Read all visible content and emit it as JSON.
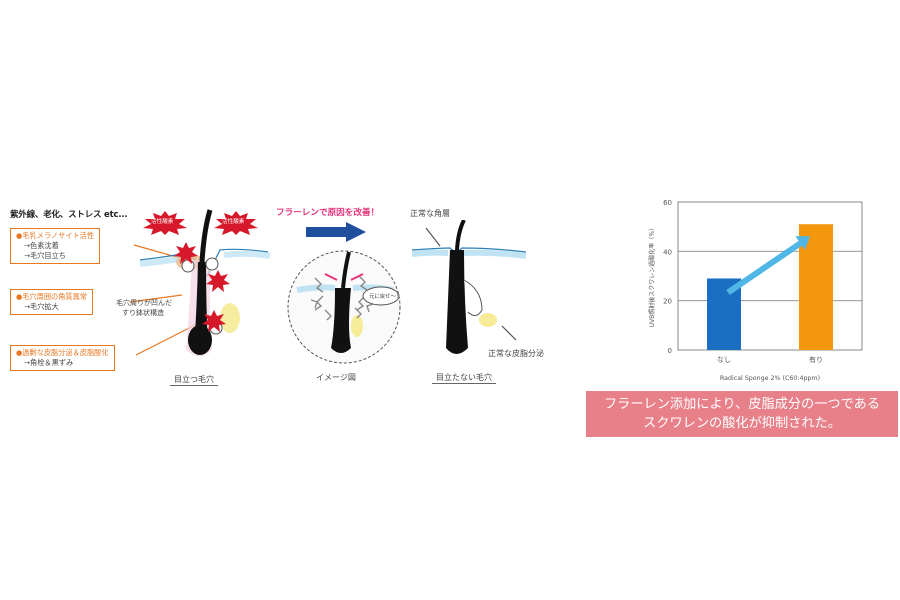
{
  "left": {
    "header": "紫外線、老化、ストレス etc...",
    "badge": "活性酸素",
    "causes": [
      {
        "main": "●毛乳メラノサイト活性",
        "subs": [
          "→色素沈着",
          "→毛穴目立ち"
        ]
      },
      {
        "main": "●毛穴周囲の角質異常",
        "subs": [
          "→毛穴拡大"
        ]
      },
      {
        "main": "●過剰な皮脂分泌＆皮脂酸化",
        "subs": [
          "→角栓＆黒ずみ"
        ]
      }
    ],
    "annotation_line1": "毛穴周りが凹んだ",
    "annotation_line2": "すり鉢状構造",
    "caption": "目立つ毛穴"
  },
  "middle": {
    "improve_label": "フラーレンで原因を改善！",
    "bubble": "元に戻せ～！",
    "caption": "イメージ図"
  },
  "right_diagram": {
    "label_top": "正常な角層",
    "label_bottom": "正常な皮脂分泌",
    "caption": "目立たない毛穴"
  },
  "chart_data": {
    "type": "bar",
    "categories": [
      "なし",
      "有り"
    ],
    "values": [
      29,
      51
    ],
    "ylabel": "UVB照射後スクワレン過酸化率（％）",
    "xlabel": "Radical Sponge 2% (C60:4ppm)",
    "ylim": [
      0,
      60
    ],
    "yticks": [
      0,
      20,
      40,
      60
    ],
    "grid": true,
    "colors": [
      "#1b6fc2",
      "#f5960f"
    ],
    "arrow_color": "#4fb6e6"
  },
  "caption_box": {
    "line1": "フラーレン添加により、皮脂成分の一つである",
    "line2": "スクワレンの酸化が抑制された。",
    "color": "#e8808a"
  },
  "colors": {
    "accent_orange": "#e87722",
    "accent_pink": "#e8337a",
    "arrow_blue": "#1f4f9c",
    "badge_red": "#d6182a"
  }
}
